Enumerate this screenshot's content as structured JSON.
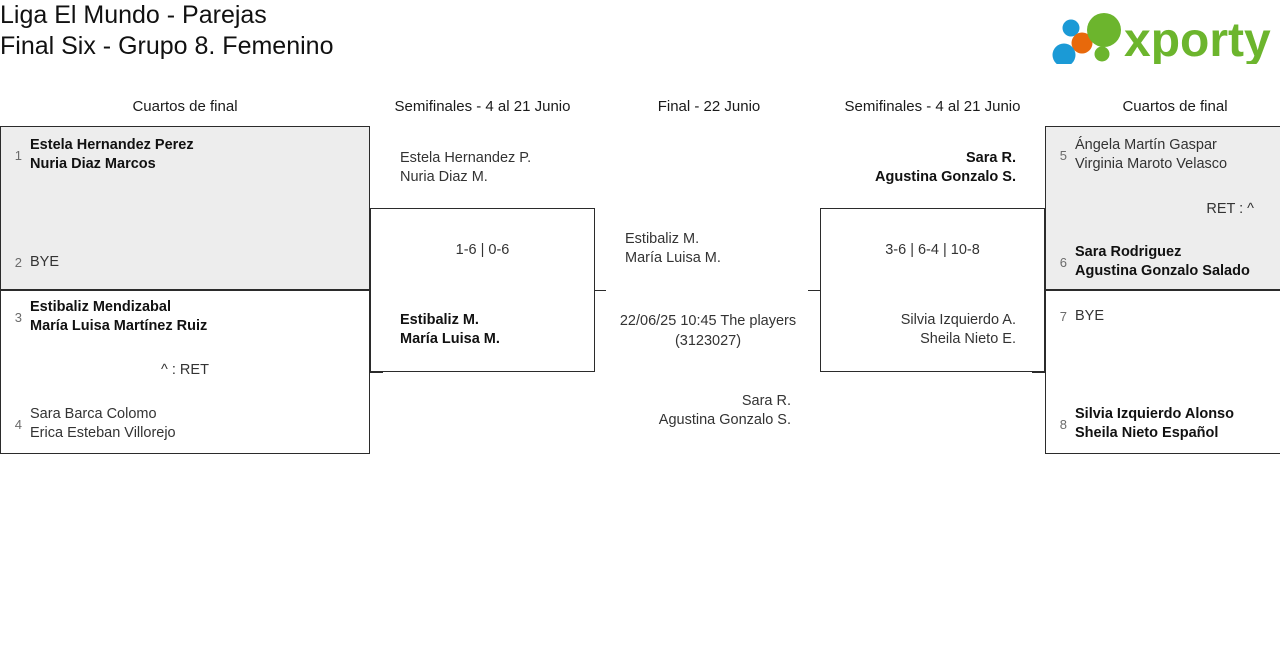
{
  "header": {
    "title_line1": "Liga El Mundo - Parejas",
    "title_line2": "Final Six - Grupo 8. Femenino",
    "logo_text": "xporty",
    "logo_colors": {
      "green": "#6cb52d",
      "blue": "#1b9ad6",
      "orange": "#e8690b"
    }
  },
  "rounds": [
    {
      "id": "left-qf",
      "label": "Cuartos de final"
    },
    {
      "id": "left-sf",
      "label": "Semifinales - 4 al 21 Junio"
    },
    {
      "id": "final",
      "label": "Final - 22 Junio"
    },
    {
      "id": "right-sf",
      "label": "Semifinales - 4 al 21 Junio"
    },
    {
      "id": "right-qf",
      "label": "Cuartos de final"
    }
  ],
  "matches": {
    "left_qf1": {
      "top": {
        "seed": "1",
        "line1": "Estela Hernandez Perez",
        "line2": "Nuria Diaz Marcos",
        "winner": true
      },
      "bottom": {
        "seed": "2",
        "line1": "BYE",
        "line2": "",
        "winner": false
      },
      "score": ""
    },
    "left_qf2": {
      "top": {
        "seed": "3",
        "line1": "Estibaliz Mendizabal",
        "line2": "María Luisa Martínez Ruiz",
        "winner": true
      },
      "bottom": {
        "seed": "4",
        "line1": "Sara Barca Colomo",
        "line2": "Erica Esteban Villorejo",
        "winner": false
      },
      "score": "^ : RET"
    },
    "left_sf": {
      "top": {
        "seed": "",
        "line1": "Estela Hernandez P.",
        "line2": "Nuria Diaz M.",
        "winner": false
      },
      "bottom": {
        "seed": "",
        "line1": "Estibaliz M.",
        "line2": "María Luisa M.",
        "winner": true
      },
      "score": "1-6 | 0-6"
    },
    "final": {
      "top": {
        "seed": "",
        "line1": "Estibaliz M.",
        "line2": "María Luisa M.",
        "winner": false
      },
      "bottom": {
        "seed": "",
        "line1": "Sara R.",
        "line2": "Agustina Gonzalo S.",
        "winner": false
      },
      "score_line1": "22/06/25 10:45 The players",
      "score_line2": "(3123027)"
    },
    "right_sf": {
      "top": {
        "seed": "",
        "line1": "Sara R.",
        "line2": "Agustina Gonzalo S.",
        "winner": true
      },
      "bottom": {
        "seed": "",
        "line1": "Silvia Izquierdo A.",
        "line2": "Sheila Nieto E.",
        "winner": false
      },
      "score": "3-6 | 6-4 | 10-8"
    },
    "right_qf1": {
      "top": {
        "seed": "5",
        "line1": "Ángela Martín Gaspar",
        "line2": "Virginia Maroto Velasco",
        "winner": false
      },
      "bottom": {
        "seed": "6",
        "line1": "Sara Rodriguez",
        "line2": "Agustina Gonzalo Salado",
        "winner": true
      },
      "score": "RET : ^"
    },
    "right_qf2": {
      "top": {
        "seed": "7",
        "line1": "BYE",
        "line2": "",
        "winner": false
      },
      "bottom": {
        "seed": "8",
        "line1": "Silvia Izquierdo Alonso",
        "line2": "Sheila Nieto Español",
        "winner": true
      },
      "score": ""
    }
  }
}
